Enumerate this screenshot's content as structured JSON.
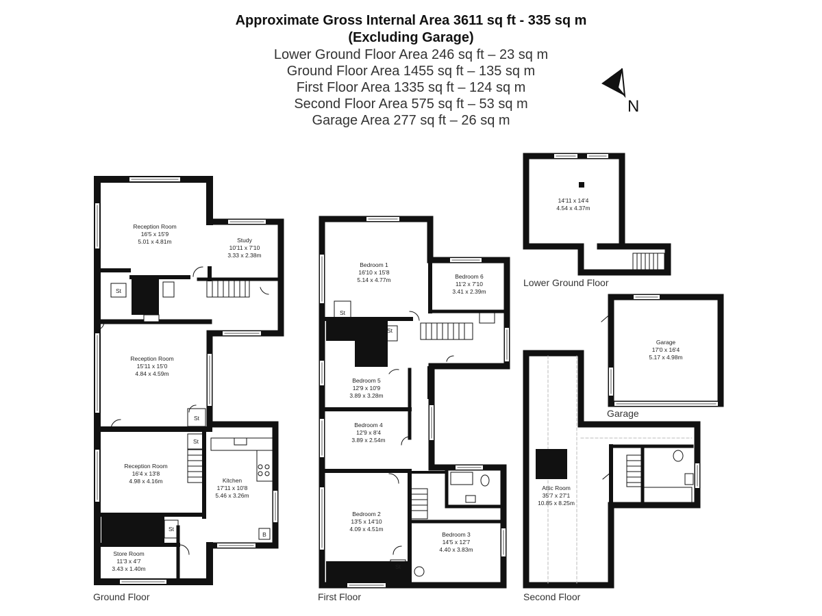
{
  "header": {
    "gross_area": "Approximate Gross Internal Area 3611 sq ft - 335 sq m",
    "excluding": "(Excluding Garage)",
    "areas": [
      "Lower Ground Floor Area 246 sq ft – 23 sq m",
      "Ground Floor Area 1455 sq ft – 135 sq m",
      "First Floor Area 1335 sq ft – 124 sq m",
      "Second Floor Area 575 sq ft – 53 sq m",
      "Garage Area 277 sq ft – 26 sq m"
    ]
  },
  "compass": {
    "label": "N"
  },
  "floors": {
    "ground": "Ground Floor",
    "first": "First Floor",
    "lower_ground": "Lower Ground Floor",
    "garage": "Garage",
    "second": "Second Floor"
  },
  "store_label": "St",
  "boiler_label": "B",
  "rooms": {
    "reception1": {
      "name": "Reception Room",
      "imperial": "16'5 x 15'9",
      "metric": "5.01 x 4.81m"
    },
    "study": {
      "name": "Study",
      "imperial": "10'11 x 7'10",
      "metric": "3.33 x 2.38m"
    },
    "reception2": {
      "name": "Reception Room",
      "imperial": "15'11 x 15'0",
      "metric": "4.84 x 4.59m"
    },
    "reception3": {
      "name": "Reception Room",
      "imperial": "16'4 x 13'8",
      "metric": "4.98 x 4.16m"
    },
    "kitchen": {
      "name": "Kitchen",
      "imperial": "17'11 x 10'8",
      "metric": "5.46 x 3.26m"
    },
    "storeroom": {
      "name": "Store Room",
      "imperial": "11'3 x 4'7",
      "metric": "3.43 x 1.40m"
    },
    "bedroom1": {
      "name": "Bedroom 1",
      "imperial": "16'10 x 15'8",
      "metric": "5.14 x 4.77m"
    },
    "bedroom6": {
      "name": "Bedroom 6",
      "imperial": "11'2 x 7'10",
      "metric": "3.41 x 2.39m"
    },
    "bedroom5": {
      "name": "Bedroom 5",
      "imperial": "12'9 x 10'9",
      "metric": "3.89 x 3.28m"
    },
    "bedroom4": {
      "name": "Bedroom 4",
      "imperial": "12'9 x 8'4",
      "metric": "3.89 x 2.54m"
    },
    "bedroom2": {
      "name": "Bedroom 2",
      "imperial": "13'5 x 14'10",
      "metric": "4.09 x 4.51m"
    },
    "bedroom3": {
      "name": "Bedroom 3",
      "imperial": "14'5 x 12'7",
      "metric": "4.40 x 3.83m"
    },
    "lowerground": {
      "imperial": "14'11 x 14'4",
      "metric": "4.54 x 4.37m"
    },
    "garage": {
      "name": "Garage",
      "imperial": "17'0 x 16'4",
      "metric": "5.17 x 4.98m"
    },
    "attic": {
      "name": "Attic Room",
      "imperial": "35'7 x 27'1",
      "metric": "10.85 x 8.25m"
    }
  }
}
